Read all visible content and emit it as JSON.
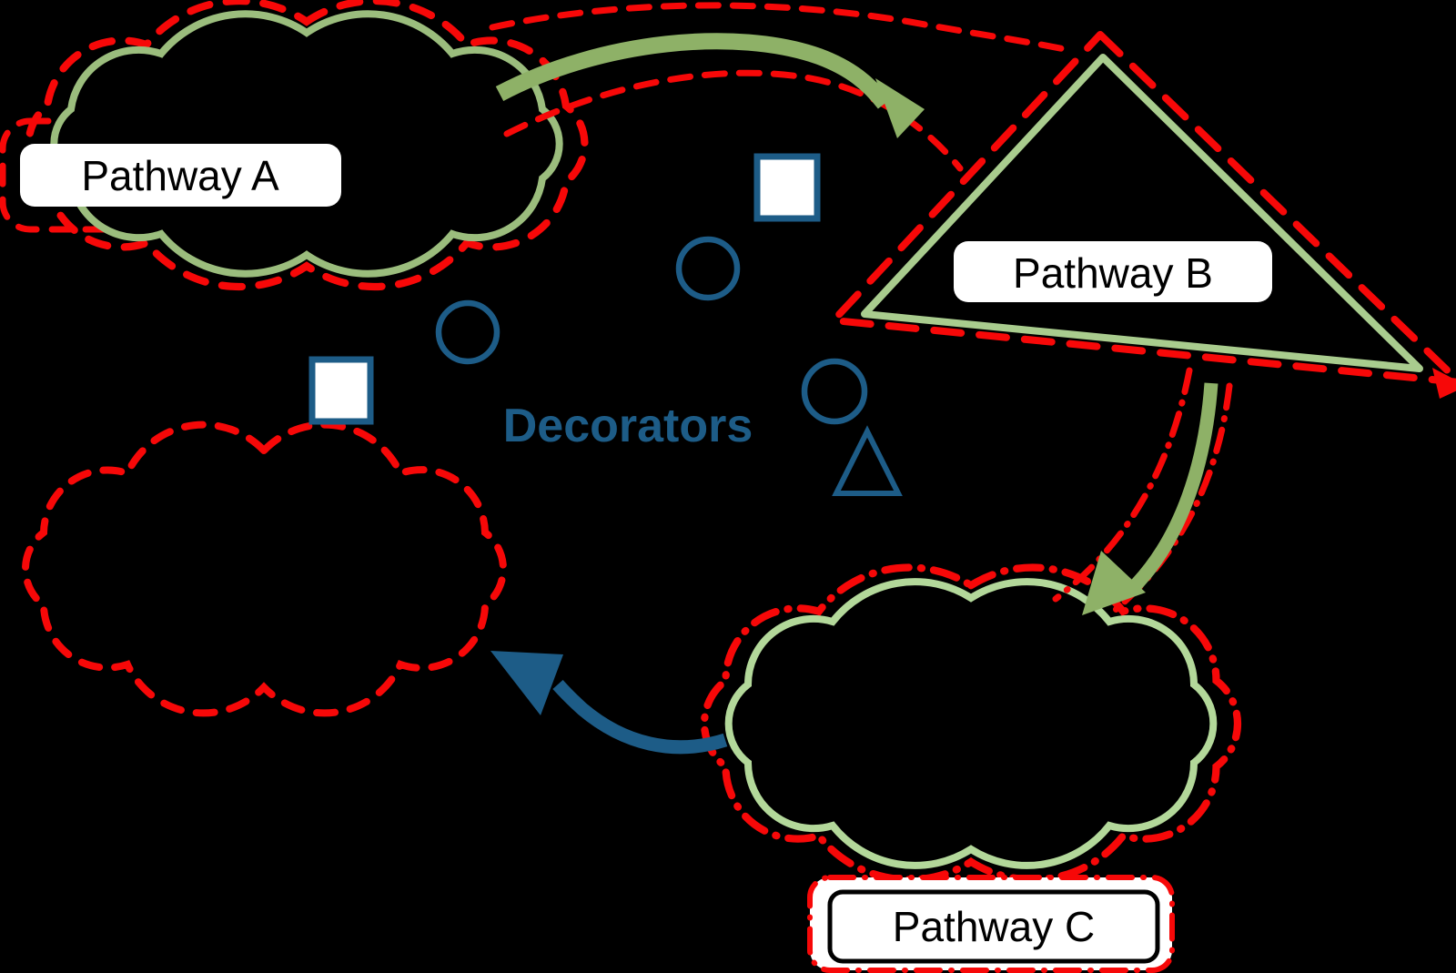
{
  "page": {
    "title": "Pathways and decorators diagram"
  },
  "colors": {
    "background": "#000000",
    "red": "#f70808",
    "green_cloud_a": "#9bbd7d",
    "green_triangle": "#a9cc8e",
    "green_cloud_c": "#b3d89a",
    "green_arrow": "#8eb167",
    "blue": "#1d5c87",
    "label_bg": "#ffffff",
    "label_text": "#000000"
  },
  "labels": {
    "pathway_a": "Pathway A",
    "pathway_b": "Pathway B",
    "pathway_c": "Pathway C",
    "decorators": "Decorators"
  },
  "shapes": {
    "clouds": [
      {
        "name": "cloud-a",
        "label": "Pathway A",
        "outline": "green-solid",
        "border": "red-dashed"
      },
      {
        "name": "cloud-bottom-left",
        "label": "",
        "outline": "red-dashed",
        "border": "none"
      },
      {
        "name": "cloud-c",
        "label": "Pathway C",
        "outline": "green-solid",
        "border": "red-dash-dot"
      }
    ],
    "triangle": {
      "name": "triangle-b",
      "label": "Pathway B",
      "outline": "green-solid",
      "border": "red-dashed"
    },
    "decorators": [
      "square",
      "circle",
      "circle",
      "square",
      "circle",
      "triangle"
    ],
    "arrows": [
      {
        "name": "arrow-cloud-a-to-triangle-b",
        "color": "green",
        "style": "solid",
        "flanked_by": "red-dashed"
      },
      {
        "name": "arrow-triangle-b-to-cloud-c",
        "color": "green",
        "style": "solid",
        "flanked_by": "red-dash-dot"
      },
      {
        "name": "arrow-cloud-c-to-cloud-bottom-left",
        "color": "blue",
        "style": "solid",
        "flanked_by": "none"
      }
    ]
  }
}
